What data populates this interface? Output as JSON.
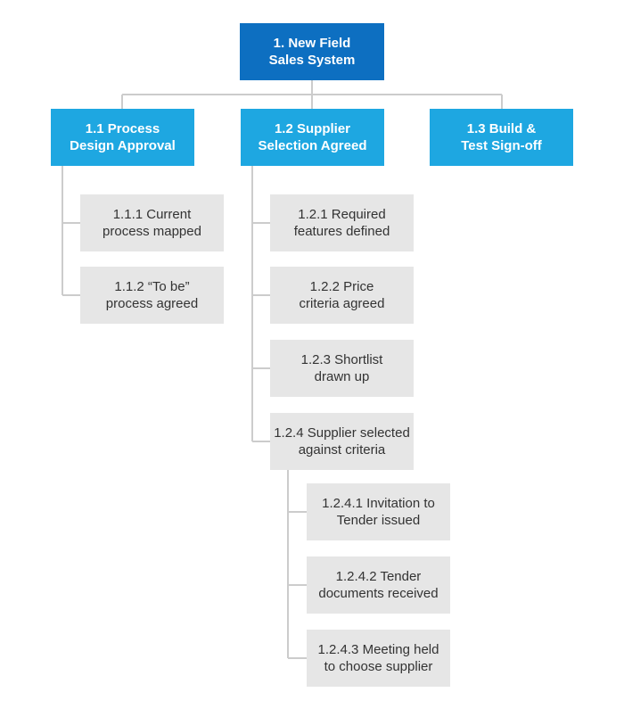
{
  "wbs": {
    "root": "1. New Field\nSales System",
    "level1": [
      {
        "label": "1.1 Process\nDesign Approval",
        "children": [
          "1.1.1 Current\nprocess mapped",
          "1.1.2 “To be”\nprocess agreed"
        ]
      },
      {
        "label": "1.2 Supplier\nSelection Agreed",
        "children": [
          "1.2.1 Required\nfeatures defined",
          "1.2.2 Price\ncriteria agreed",
          "1.2.3 Shortlist\ndrawn up",
          "1.2.4 Supplier selected\nagainst criteria"
        ]
      },
      {
        "label": "1.3 Build &\nTest Sign-off",
        "children": []
      }
    ],
    "level3": [
      "1.2.4.1 Invitation to\nTender issued",
      "1.2.4.2 Tender\ndocuments received",
      "1.2.4.3 Meeting held\nto choose supplier"
    ]
  },
  "colors": {
    "root_fill": "#0d6fc1",
    "level1_fill": "#1ea7e1",
    "leaf_fill": "#e6e6e6",
    "connector": "#cccccc"
  }
}
